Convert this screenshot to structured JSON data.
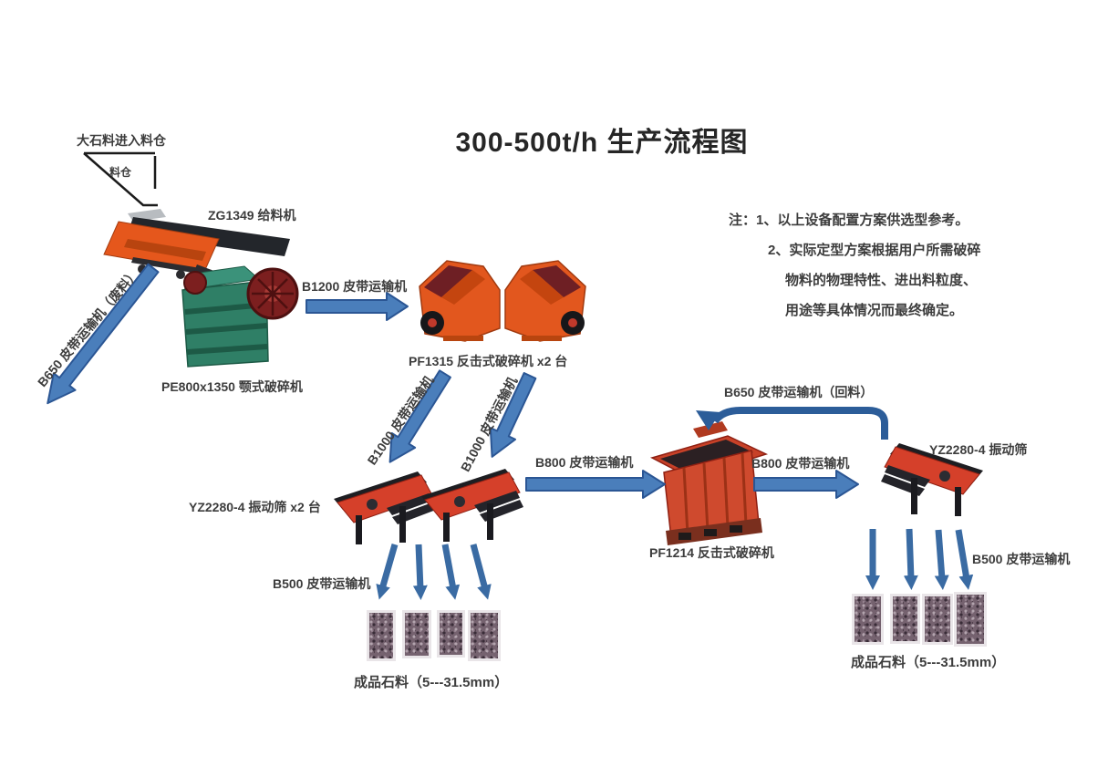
{
  "title": "300-500t/h 生产流程图",
  "hopper": {
    "inlet_label": "大石料进入料仓",
    "name": "料仓"
  },
  "machines": {
    "feeder": "ZG1349 给料机",
    "jaw_crusher": "PE800x1350 颚式破碎机",
    "impact_crusher_primary": "PF1315 反击式破碎机 x2 台",
    "screens_left": "YZ2280-4 振动筛 x2 台",
    "impact_crusher_secondary": "PF1214 反击式破碎机",
    "screen_right": "YZ2280-4 振动筛"
  },
  "belts": {
    "b650_waste": "B650 皮带运输机（废料）",
    "b1200": "B1200 皮带运输机",
    "b1000": "B1000 皮带运输机",
    "b800_feed": "B800 皮带运输机",
    "b800_transfer": "B800 皮带运输机",
    "b650_return": "B650 皮带运输机（回料）",
    "b500_left": "B500 皮带运输机",
    "b500_right": "B500 皮带运输机"
  },
  "products": {
    "caption_left": "成品石料（5---31.5mm）",
    "caption_right": "成品石料（5---31.5mm）"
  },
  "notes": {
    "line1": "注：1、以上设备配置方案供选型参考。",
    "line2": "2、实际定型方案根据用户所需破碎",
    "line3": "物料的物理特性、进出料粒度、",
    "line4": "用途等具体情况而最终确定。"
  },
  "colors": {
    "arrow_fill": "#4a7ebb",
    "arrow_border": "#2b5694",
    "thin_arrow": "#3a6ba3",
    "return_arrow": "#2c5d99",
    "feeder_orange": "#e5571c",
    "jaw_green": "#2f7f66",
    "impact_orange": "#e2571e",
    "screen_red": "#d5402a",
    "pf1214_red": "#c74128"
  }
}
